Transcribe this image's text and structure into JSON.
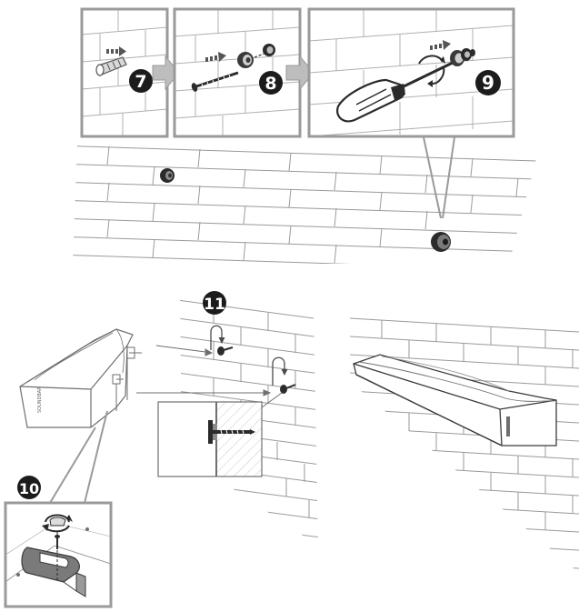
{
  "steps": {
    "s7": "7",
    "s8": "8",
    "s9": "9",
    "s10": "10",
    "s11": "11"
  },
  "brand": {
    "label": "SOUNDBAR"
  },
  "colors": {
    "line": "#6f6f6f",
    "frame": "#9a9a9a",
    "dark": "#2b2b2b",
    "badge": "#1c1c1c",
    "arrow": "#bdbdbd"
  }
}
